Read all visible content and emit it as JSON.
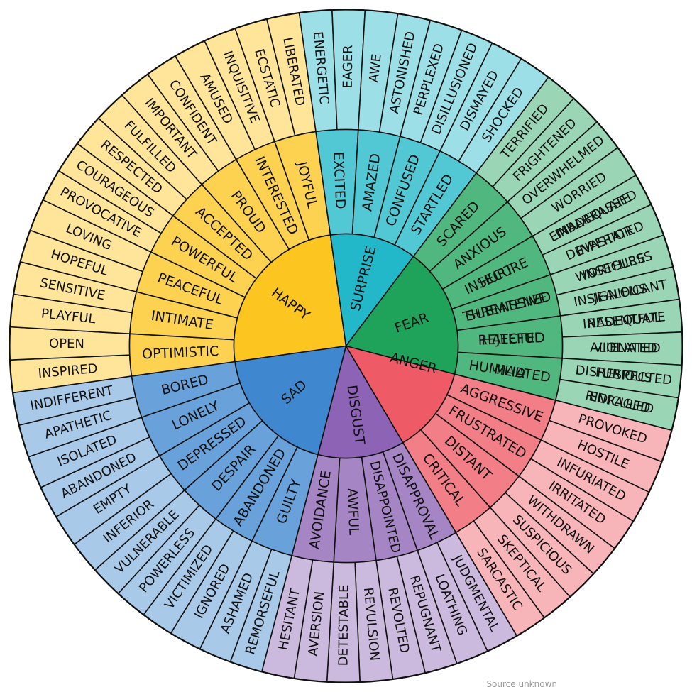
{
  "wheel": {
    "sectors": [
      {
        "core": "ANGER",
        "color": "#ee5a65",
        "mid": [
          {
            "label": "HURT",
            "outer": [
              "EMBARRASSED",
              "DEVASTATED"
            ]
          },
          {
            "label": "THREATENED",
            "outer": [
              "INSECURE",
              "JEALOUS"
            ]
          },
          {
            "label": "HATEFUL",
            "outer": [
              "RESENTFUL",
              "VIOLATED"
            ]
          },
          {
            "label": "MAD",
            "outer": [
              "FURIOUS",
              "ENRAGED"
            ]
          },
          {
            "label": "AGGRESSIVE",
            "outer": [
              "PROVOKED",
              "HOSTILE"
            ]
          },
          {
            "label": "FRUSTRATED",
            "outer": [
              "INFURIATED",
              "IRRITATED"
            ]
          },
          {
            "label": "DISTANT",
            "outer": [
              "WITHDRAWN",
              "SUSPICIOUS"
            ]
          },
          {
            "label": "CRITICAL",
            "outer": [
              "SKEPTICAL",
              "SARCASTIC"
            ]
          }
        ]
      },
      {
        "core": "DISGUST",
        "color": "#8d63b5",
        "mid": [
          {
            "label": "DISAPPROVAL",
            "outer": [
              "JUDGMENTAL",
              "LOATHING"
            ]
          },
          {
            "label": "DISAPPOINTED",
            "outer": [
              "REPUGNANT",
              "REVOLTED"
            ]
          },
          {
            "label": "AWFUL",
            "outer": [
              "REVULSION",
              "DETESTABLE"
            ]
          },
          {
            "label": "AVOIDANCE",
            "outer": [
              "AVERSION",
              "HESITANT"
            ]
          }
        ]
      },
      {
        "core": "SAD",
        "color": "#3f87cf",
        "mid": [
          {
            "label": "GUILTY",
            "outer": [
              "REMORSEFUL",
              "ASHAMED"
            ]
          },
          {
            "label": "ABANDONED",
            "outer": [
              "IGNORED",
              "VICTIMIZED"
            ]
          },
          {
            "label": "DESPAIR",
            "outer": [
              "POWERLESS",
              "VULNERABLE"
            ]
          },
          {
            "label": "DEPRESSED",
            "outer": [
              "INFERIOR",
              "EMPTY"
            ]
          },
          {
            "label": "LONELY",
            "outer": [
              "ABANDONED",
              "ISOLATED"
            ]
          },
          {
            "label": "BORED",
            "outer": [
              "APATHETIC",
              "INDIFFERENT"
            ]
          }
        ]
      },
      {
        "core": "HAPPY",
        "color": "#fcc51f",
        "mid": [
          {
            "label": "OPTIMISTIC",
            "outer": [
              "INSPIRED",
              "OPEN"
            ]
          },
          {
            "label": "INTIMATE",
            "outer": [
              "PLAYFUL",
              "SENSITIVE"
            ]
          },
          {
            "label": "PEACEFUL",
            "outer": [
              "HOPEFUL",
              "LOVING"
            ]
          },
          {
            "label": "POWERFUL",
            "outer": [
              "PROVOCATIVE",
              "COURAGEOUS"
            ]
          },
          {
            "label": "ACCEPTED",
            "outer": [
              "RESPECTED",
              "FULFILLED"
            ]
          },
          {
            "label": "PROUD",
            "outer": [
              "IMPORTANT",
              "CONFIDENT"
            ]
          },
          {
            "label": "INTERESTED",
            "outer": [
              "AMUSED",
              "INQUISITIVE"
            ]
          },
          {
            "label": "JOYFUL",
            "outer": [
              "ECSTATIC",
              "LIBERATED"
            ]
          }
        ]
      },
      {
        "core": "SURPRISE",
        "color": "#23b8c9",
        "mid": [
          {
            "label": "EXCITED",
            "outer": [
              "ENERGETIC",
              "EAGER"
            ]
          },
          {
            "label": "AMAZED",
            "outer": [
              "AWE",
              "ASTONISHED"
            ]
          },
          {
            "label": "CONFUSED",
            "outer": [
              "PERPLEXED",
              "DISILLUSIONED"
            ]
          },
          {
            "label": "STARTLED",
            "outer": [
              "DISMAYED",
              "SHOCKED"
            ]
          }
        ]
      },
      {
        "core": "FEAR",
        "color": "#1fa35a",
        "mid": [
          {
            "label": "SCARED",
            "outer": [
              "TERRIFIED",
              "FRIGHTENED"
            ]
          },
          {
            "label": "ANXIOUS",
            "outer": [
              "OVERWHELMED",
              "WORRIED"
            ]
          },
          {
            "label": "INSECURE",
            "outer": [
              "INADEQUATE",
              "INFERIOR"
            ]
          },
          {
            "label": "SUBMISSIVE",
            "outer": [
              "WORTHLESS",
              "INSIGNIFICANT"
            ]
          },
          {
            "label": "REJECTED",
            "outer": [
              "INADEQUATE",
              "ALIENATED"
            ]
          },
          {
            "label": "HUMILIATED",
            "outer": [
              "DISRESPECTED",
              "RIDICULED"
            ]
          }
        ]
      }
    ]
  },
  "source_note": "Source unknown"
}
